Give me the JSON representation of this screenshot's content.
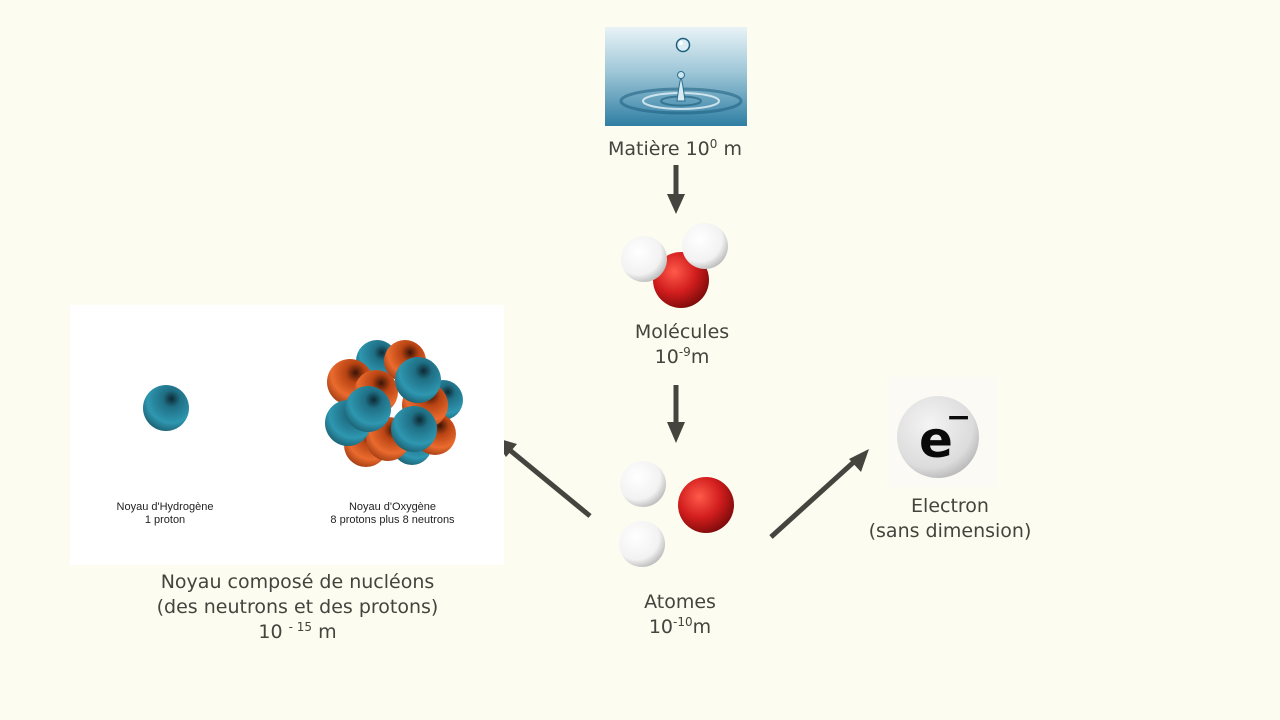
{
  "colors": {
    "background": "#fdfcf0",
    "arrow": "#46443e",
    "proton": "#2e8fa8",
    "neutron": "#e0622a",
    "oxygen_atom": "#d11d1d",
    "hydrogen_atom": "#ffffff"
  },
  "icons": {
    "water": "water-drop-photo",
    "molecule": "water-molecule",
    "atoms": "separate-atoms",
    "electron": "electron-symbol"
  },
  "nodes": {
    "matter": {
      "name": "Matière 10",
      "exp": "0",
      "unit": " m"
    },
    "molecules": {
      "name": "Molécules",
      "base": "10",
      "exp": "-9",
      "unit": "m"
    },
    "atoms": {
      "name": "Atomes",
      "base": "10",
      "exp": "-10",
      "unit": "m"
    },
    "electron": {
      "name": "Electron",
      "desc": "(sans dimension)",
      "symbol": "e",
      "charge": "−"
    },
    "nucleus": {
      "line1": "Noyau composé de nucléons",
      "line2": "(des neutrons et des protons)",
      "base": "10 ",
      "exp": "- 15",
      "unit": " m",
      "hydrogen_title": "Noyau d'Hydrogène",
      "hydrogen_desc": "1 proton",
      "oxygen_title": "Noyau d'Oxygène",
      "oxygen_desc": "8 protons plus 8 neutrons"
    }
  }
}
